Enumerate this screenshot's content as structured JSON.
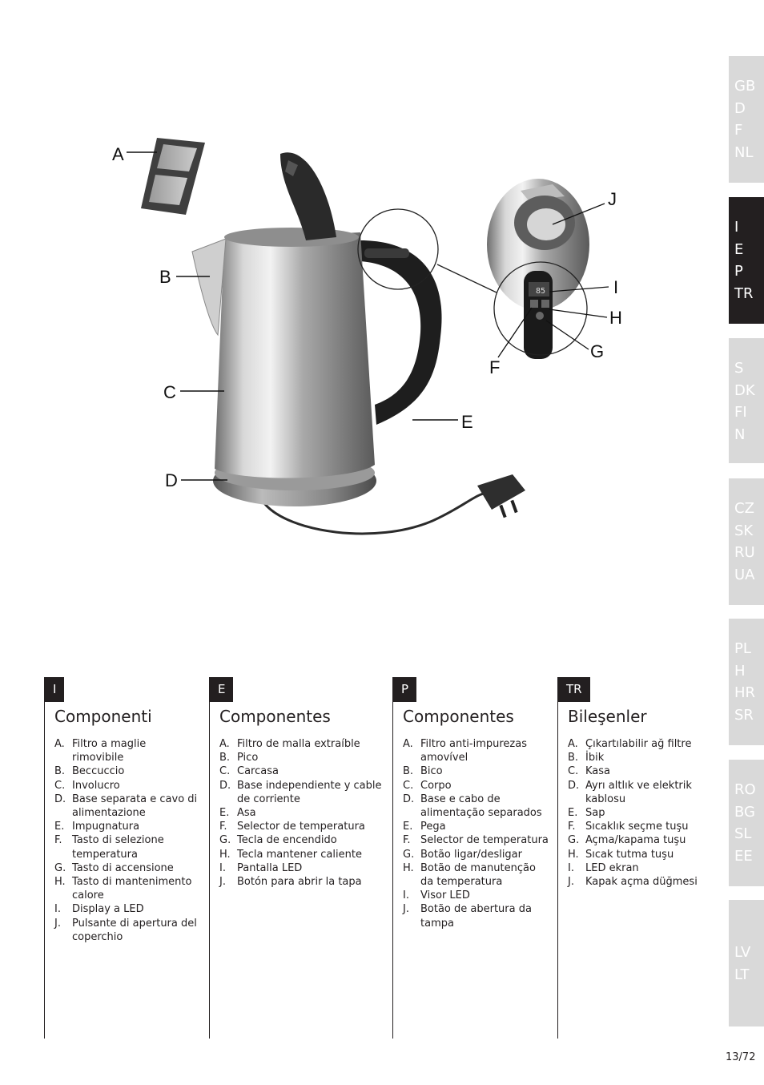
{
  "callouts": [
    "A",
    "B",
    "C",
    "D",
    "E",
    "F",
    "G",
    "H",
    "I",
    "J"
  ],
  "display_reading": "85",
  "lang_tabs": [
    {
      "lines": [
        "GB",
        "D",
        "F",
        "NL"
      ],
      "active": false
    },
    {
      "lines": [
        "I",
        "E",
        "P",
        "TR"
      ],
      "active": true
    },
    {
      "lines": [
        "S",
        "DK",
        "FI",
        "N"
      ],
      "active": false
    },
    {
      "lines": [
        "CZ",
        "SK",
        "RU",
        "UA"
      ],
      "active": false
    },
    {
      "lines": [
        "PL",
        "H",
        "HR",
        "SR"
      ],
      "active": false
    },
    {
      "lines": [
        "RO",
        "BG",
        "SL",
        "EE"
      ],
      "active": false
    },
    {
      "lines": [
        "LV",
        "LT"
      ],
      "active": false
    }
  ],
  "columns": [
    {
      "tag": "I",
      "title": "Componenti",
      "items": [
        {
          "letter": "A.",
          "text": "Filtro a maglie rimovibile"
        },
        {
          "letter": "B.",
          "text": "Beccuccio"
        },
        {
          "letter": "C.",
          "text": "Involucro"
        },
        {
          "letter": "D.",
          "text": "Base separata e cavo di alimentazione"
        },
        {
          "letter": "E.",
          "text": "Impugnatura"
        },
        {
          "letter": "F.",
          "text": "Tasto di selezione temperatura"
        },
        {
          "letter": "G.",
          "text": "Tasto di accensione"
        },
        {
          "letter": "H.",
          "text": "Tasto di mantenimento calore"
        },
        {
          "letter": "I.",
          "text": "Display a LED"
        },
        {
          "letter": "J.",
          "text": "Pulsante di apertura del coperchio"
        }
      ]
    },
    {
      "tag": "E",
      "title": "Componentes",
      "items": [
        {
          "letter": "A.",
          "text": "Filtro de malla extraíble"
        },
        {
          "letter": "B.",
          "text": "Pico"
        },
        {
          "letter": "C.",
          "text": "Carcasa"
        },
        {
          "letter": "D.",
          "text": "Base independiente y cable de corriente"
        },
        {
          "letter": "E.",
          "text": "Asa"
        },
        {
          "letter": "F.",
          "text": "Selector de temperatura"
        },
        {
          "letter": "G.",
          "text": "Tecla de encendido"
        },
        {
          "letter": "H.",
          "text": "Tecla mantener caliente"
        },
        {
          "letter": "I.",
          "text": "Pantalla LED"
        },
        {
          "letter": "J.",
          "text": "Botón para abrir la tapa"
        }
      ]
    },
    {
      "tag": "P",
      "title": "Componentes",
      "items": [
        {
          "letter": "A.",
          "text": "Filtro anti-impurezas amovível"
        },
        {
          "letter": "B.",
          "text": "Bico"
        },
        {
          "letter": "C.",
          "text": "Corpo"
        },
        {
          "letter": "D.",
          "text": "Base e cabo de alimentação separados"
        },
        {
          "letter": "E.",
          "text": "Pega"
        },
        {
          "letter": "F.",
          "text": "Selector de temperatura"
        },
        {
          "letter": "G.",
          "text": "Botão ligar/desligar"
        },
        {
          "letter": "H.",
          "text": "Botão de manutenção da temperatura"
        },
        {
          "letter": "I.",
          "text": "Visor LED"
        },
        {
          "letter": "J.",
          "text": "Botão de abertura da tampa"
        }
      ]
    },
    {
      "tag": "TR",
      "title": "Bileşenler",
      "items": [
        {
          "letter": "A.",
          "text": "Çıkartılabilir ağ filtre"
        },
        {
          "letter": "B.",
          "text": "İbik"
        },
        {
          "letter": "C.",
          "text": "Kasa"
        },
        {
          "letter": "D.",
          "text": "Ayrı altlık ve elektrik kablosu"
        },
        {
          "letter": "E.",
          "text": "Sap"
        },
        {
          "letter": "F.",
          "text": "Sıcaklık seçme tuşu"
        },
        {
          "letter": "G.",
          "text": "Açma/kapama tuşu"
        },
        {
          "letter": "H.",
          "text": "Sıcak tutma tuşu"
        },
        {
          "letter": "I.",
          "text": "LED ekran"
        },
        {
          "letter": "J.",
          "text": "Kapak açma düğmesi"
        }
      ]
    }
  ],
  "page_number": "13/72"
}
